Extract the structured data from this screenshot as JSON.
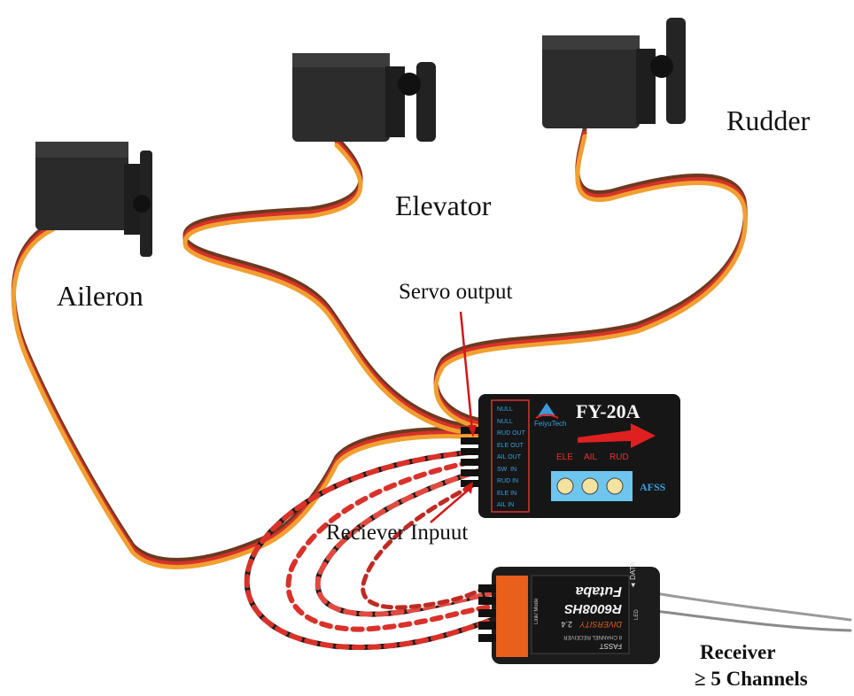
{
  "labels": {
    "aileron": "Aileron",
    "elevator": "Elevator",
    "rudder": "Rudder",
    "servo_output": "Servo output",
    "receiver_input": "Reciever Inpuut",
    "receiver_line1": "Receiver",
    "receiver_line2": "≥ 5 Channels"
  },
  "controller": {
    "model": "FY-20A",
    "brand": "FeiyuTech",
    "ports": [
      "NULL",
      "NULL",
      "RUD OUT",
      "ELE OUT",
      "AIL OUT",
      "SW  IN",
      "RUD IN",
      "ELE IN",
      "AIL IN"
    ],
    "pots": [
      "ELE",
      "AIL",
      "RUD"
    ],
    "afss": "AFSS"
  },
  "receiver": {
    "brand": "Futaba",
    "model": "R6008HS",
    "band": "2.4",
    "fasst": "FASST",
    "link": "Link/ Mode",
    "led": "LED",
    "data": "◄ DATA",
    "diversity": "DIVERSITY",
    "channel_desc": "8 CHANNEL RECEIVER"
  },
  "colors": {
    "servo_body": "#2a2a2a",
    "wire_brown": "#6b3a1f",
    "wire_red": "#d8322a",
    "wire_orange": "#f0a030",
    "arrow_red": "#e02020"
  }
}
